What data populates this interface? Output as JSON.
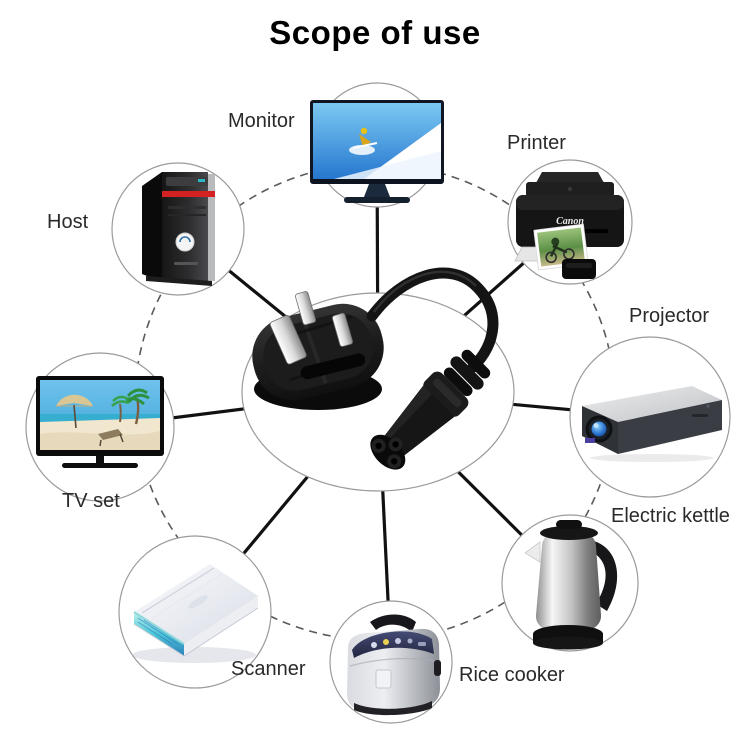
{
  "title": "Scope of use",
  "devices": [
    {
      "id": "monitor",
      "label": "Monitor"
    },
    {
      "id": "printer",
      "label": "Printer",
      "brand": "Canon"
    },
    {
      "id": "host",
      "label": "Host"
    },
    {
      "id": "projector",
      "label": "Projector"
    },
    {
      "id": "tv",
      "label": "TV set"
    },
    {
      "id": "kettle",
      "label": "Electric kettle"
    },
    {
      "id": "scanner",
      "label": "Scanner"
    },
    {
      "id": "rice_cooker",
      "label": "Rice cooker"
    }
  ],
  "center_item": {
    "description": "UK 3-pin plug power cord with C5 cloverleaf connector"
  },
  "colors": {
    "background": "#ffffff",
    "title_text": "#000000",
    "label_text": "#2a2a2a",
    "connector_line": "#111111",
    "dashed_circle": "#5a5a5a",
    "device_circle_border": "#9a9a9a"
  }
}
